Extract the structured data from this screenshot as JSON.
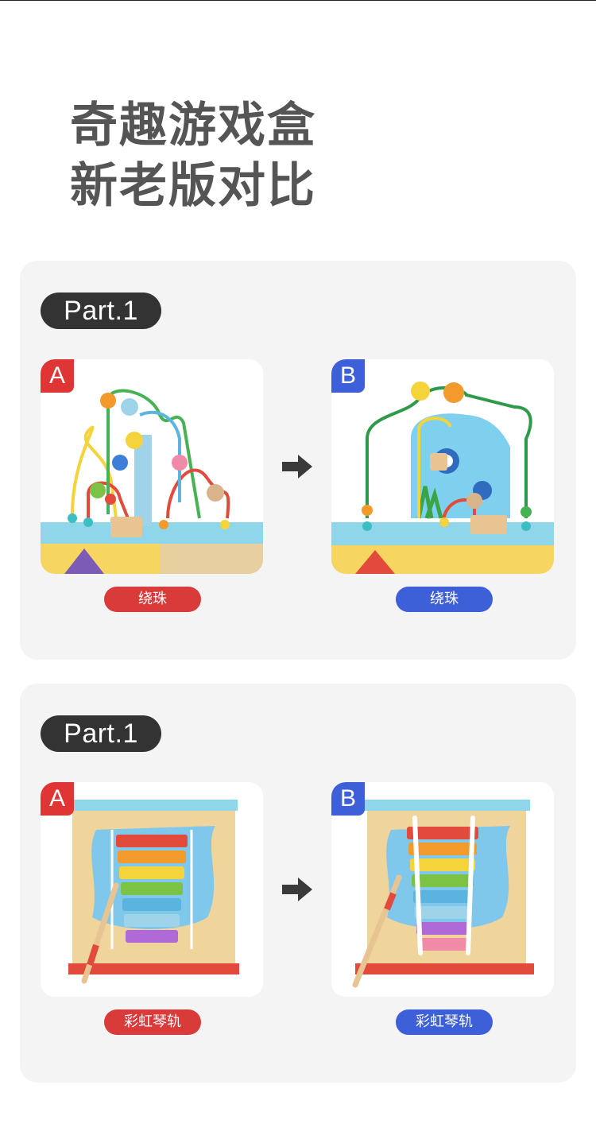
{
  "headline": {
    "line1": "奇趣游戏盒",
    "line2": "新老版对比"
  },
  "sections": [
    {
      "part_label": "Part.1",
      "left": {
        "badge": "A",
        "caption": "绕珠"
      },
      "right": {
        "badge": "B",
        "caption": "绕珠"
      }
    },
    {
      "part_label": "Part.1",
      "left": {
        "badge": "A",
        "caption": "彩虹琴轨"
      },
      "right": {
        "badge": "B",
        "caption": "彩虹琴轨"
      }
    }
  ],
  "colors": {
    "badge_a": "#e03535",
    "badge_b": "#3d5fd8",
    "pill_dark": "#333333",
    "caption_red": "#d93a3a",
    "caption_blue": "#3d5fd8"
  },
  "icons": {
    "arrow": "arrow-right-icon"
  }
}
